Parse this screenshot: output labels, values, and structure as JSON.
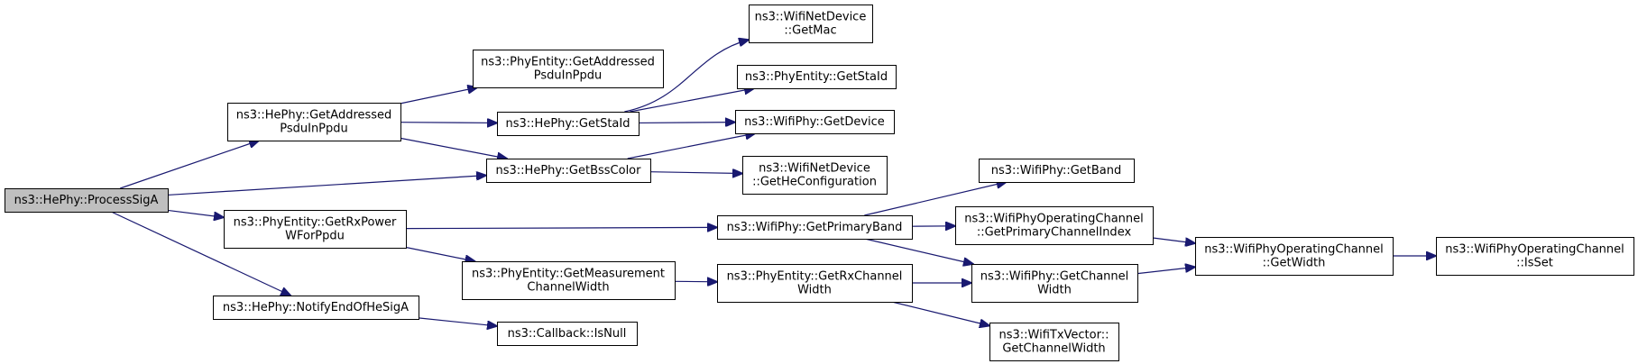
{
  "diagram": {
    "edge_color": "#191970",
    "root_fill": "#bfbfbf",
    "nodes": [
      {
        "id": "processSigA",
        "lines": [
          "ns3::HePhy::ProcessSigA"
        ],
        "root": true
      },
      {
        "id": "hePhyGetAddressed",
        "lines": [
          "ns3::HePhy::GetAddressed",
          "PsduInPpdu"
        ]
      },
      {
        "id": "phyEntityGetAddressed",
        "lines": [
          "ns3::PhyEntity::GetAddressed",
          "PsduInPpdu"
        ]
      },
      {
        "id": "hePhyGetStaId",
        "lines": [
          "ns3::HePhy::GetStaId"
        ]
      },
      {
        "id": "wifiNetDeviceGetMac",
        "lines": [
          "ns3::WifiNetDevice",
          "::GetMac"
        ]
      },
      {
        "id": "phyEntityGetStaId",
        "lines": [
          "ns3::PhyEntity::GetStaId"
        ]
      },
      {
        "id": "wifiPhyGetDevice",
        "lines": [
          "ns3::WifiPhy::GetDevice"
        ]
      },
      {
        "id": "hePhyGetBssColor",
        "lines": [
          "ns3::HePhy::GetBssColor"
        ]
      },
      {
        "id": "wifiNetDeviceGetHeConfig",
        "lines": [
          "ns3::WifiNetDevice",
          "::GetHeConfiguration"
        ]
      },
      {
        "id": "phyEntityGetRxPower",
        "lines": [
          "ns3::PhyEntity::GetRxPower",
          "WForPpdu"
        ]
      },
      {
        "id": "wifiPhyGetPrimaryBand",
        "lines": [
          "ns3::WifiPhy::GetPrimaryBand"
        ]
      },
      {
        "id": "wifiPhyGetBand",
        "lines": [
          "ns3::WifiPhy::GetBand"
        ]
      },
      {
        "id": "opChanGetPrimaryChannelIndex",
        "lines": [
          "ns3::WifiPhyOperatingChannel",
          "::GetPrimaryChannelIndex"
        ]
      },
      {
        "id": "phyEntityGetMeasurement",
        "lines": [
          "ns3::PhyEntity::GetMeasurement",
          "ChannelWidth"
        ]
      },
      {
        "id": "phyEntityGetRxChannelWidth",
        "lines": [
          "ns3::PhyEntity::GetRxChannel",
          "Width"
        ]
      },
      {
        "id": "wifiPhyGetChannelWidth",
        "lines": [
          "ns3::WifiPhy::GetChannel",
          "Width"
        ]
      },
      {
        "id": "opChanGetWidth",
        "lines": [
          "ns3::WifiPhyOperatingChannel",
          "::GetWidth"
        ]
      },
      {
        "id": "opChanIsSet",
        "lines": [
          "ns3::WifiPhyOperatingChannel",
          "::IsSet"
        ]
      },
      {
        "id": "wifiTxVectorGetChannelWidth",
        "lines": [
          "ns3::WifiTxVector::",
          "GetChannelWidth"
        ]
      },
      {
        "id": "hePhyNotifyEndOfHeSigA",
        "lines": [
          "ns3::HePhy::NotifyEndOfHeSigA"
        ]
      },
      {
        "id": "callbackIsNull",
        "lines": [
          "ns3::Callback::IsNull"
        ]
      }
    ],
    "edges": [
      {
        "from": "processSigA",
        "to": "hePhyGetAddressed"
      },
      {
        "from": "processSigA",
        "to": "hePhyGetBssColor"
      },
      {
        "from": "processSigA",
        "to": "phyEntityGetRxPower"
      },
      {
        "from": "processSigA",
        "to": "hePhyNotifyEndOfHeSigA"
      },
      {
        "from": "hePhyGetAddressed",
        "to": "phyEntityGetAddressed"
      },
      {
        "from": "hePhyGetAddressed",
        "to": "hePhyGetStaId"
      },
      {
        "from": "hePhyGetAddressed",
        "to": "hePhyGetBssColor"
      },
      {
        "from": "hePhyGetStaId",
        "to": "wifiNetDeviceGetMac"
      },
      {
        "from": "hePhyGetStaId",
        "to": "phyEntityGetStaId"
      },
      {
        "from": "hePhyGetStaId",
        "to": "wifiPhyGetDevice"
      },
      {
        "from": "hePhyGetBssColor",
        "to": "wifiPhyGetDevice"
      },
      {
        "from": "hePhyGetBssColor",
        "to": "wifiNetDeviceGetHeConfig"
      },
      {
        "from": "phyEntityGetRxPower",
        "to": "wifiPhyGetPrimaryBand"
      },
      {
        "from": "phyEntityGetRxPower",
        "to": "phyEntityGetMeasurement"
      },
      {
        "from": "wifiPhyGetPrimaryBand",
        "to": "wifiPhyGetBand"
      },
      {
        "from": "wifiPhyGetPrimaryBand",
        "to": "opChanGetPrimaryChannelIndex"
      },
      {
        "from": "wifiPhyGetPrimaryBand",
        "to": "wifiPhyGetChannelWidth"
      },
      {
        "from": "opChanGetPrimaryChannelIndex",
        "to": "opChanGetWidth"
      },
      {
        "from": "phyEntityGetMeasurement",
        "to": "phyEntityGetRxChannelWidth"
      },
      {
        "from": "phyEntityGetRxChannelWidth",
        "to": "wifiPhyGetChannelWidth"
      },
      {
        "from": "phyEntityGetRxChannelWidth",
        "to": "wifiTxVectorGetChannelWidth"
      },
      {
        "from": "wifiPhyGetChannelWidth",
        "to": "opChanGetWidth"
      },
      {
        "from": "opChanGetWidth",
        "to": "opChanIsSet"
      },
      {
        "from": "hePhyNotifyEndOfHeSigA",
        "to": "callbackIsNull"
      }
    ]
  }
}
